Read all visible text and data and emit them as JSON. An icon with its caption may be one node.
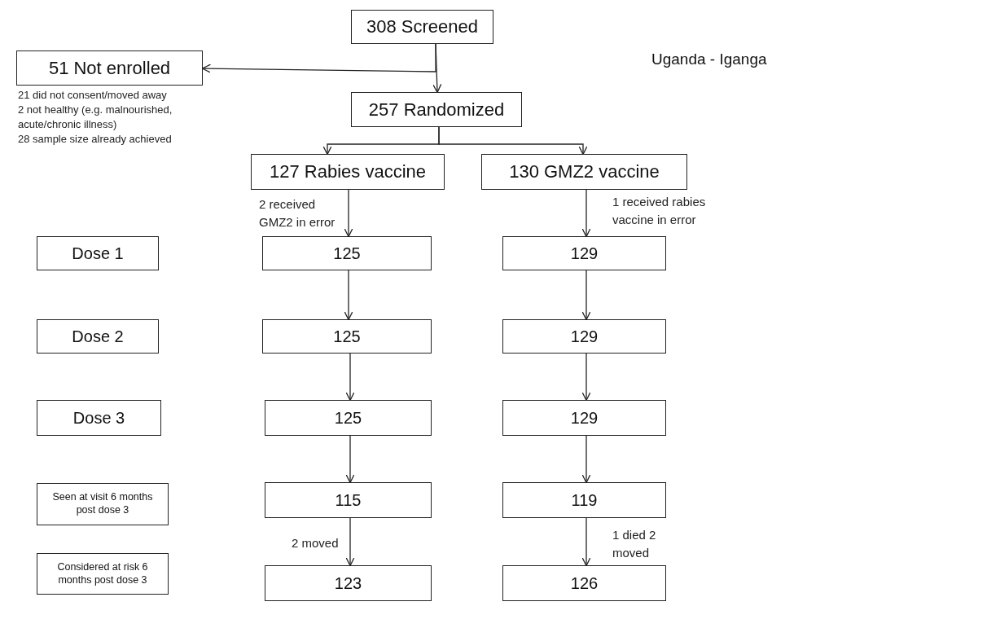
{
  "diagram": {
    "nodes": [
      {
        "text": [
          "308 Screened"
        ]
      },
      {
        "text": [
          "51 Not enrolled"
        ],
        "beside": [
          "21 did not consent/moved away",
          "2 not healthy (e.g. malnourished, acute/chronic illness)",
          "28 sample size already achieved"
        ]
      },
      {
        "text": [
          "257 Randomized"
        ]
      },
      {
        "text": [
          "127 Rabies vaccine"
        ]
      },
      {
        "text": [
          "130 GMZ2 vaccine"
        ]
      },
      {
        "text": [
          "Dose 1"
        ]
      },
      {
        "text": [
          "125"
        ]
      },
      {
        "text": [
          "129"
        ]
      },
      {
        "text": [
          "Dose 2"
        ]
      },
      {
        "text": [
          "125"
        ]
      },
      {
        "text": [
          "129"
        ]
      },
      {
        "text": [
          "Dose 3"
        ]
      },
      {
        "text": [
          "125"
        ]
      },
      {
        "text": [
          "129"
        ]
      },
      {
        "text": [
          "Seen at visit 6 months post dose 3"
        ]
      },
      {
        "text": [
          "115"
        ]
      },
      {
        "text": [
          "119"
        ]
      },
      {
        "text": [
          "Considered at risk 6 months post dose 3"
        ]
      },
      {
        "text": [
          "123"
        ]
      },
      {
        "text": [
          "126"
        ]
      }
    ],
    "edges": [
      {
        "from": 0,
        "to": 2,
        "arrow": "to"
      },
      {
        "from": 0,
        "to": 1,
        "arrow": "to"
      },
      {
        "from": 2,
        "to": 3,
        "arrow": "to"
      },
      {
        "from": 2,
        "to": 4,
        "arrow": "to"
      },
      {
        "from": 3,
        "to": 6,
        "arrow": "to",
        "label": "2 received GMZ2 in error"
      },
      {
        "from": 6,
        "to": 9,
        "arrow": "to"
      },
      {
        "from": 9,
        "to": 12,
        "arrow": "to"
      },
      {
        "from": 12,
        "to": 15,
        "arrow": "to"
      },
      {
        "from": 15,
        "to": 18,
        "arrow": "to",
        "label": "2 moved"
      },
      {
        "from": 4,
        "to": 7,
        "arrow": "to",
        "label": "1 received rabies vaccine in error"
      },
      {
        "from": 7,
        "to": 10,
        "arrow": "to"
      },
      {
        "from": 10,
        "to": 13,
        "arrow": "to"
      },
      {
        "from": 13,
        "to": 16,
        "arrow": "to"
      },
      {
        "from": 16,
        "to": 19,
        "arrow": "to",
        "label": "1 died 2 moved"
      }
    ],
    "labels": [
      "Uganda - Iganga"
    ]
  }
}
